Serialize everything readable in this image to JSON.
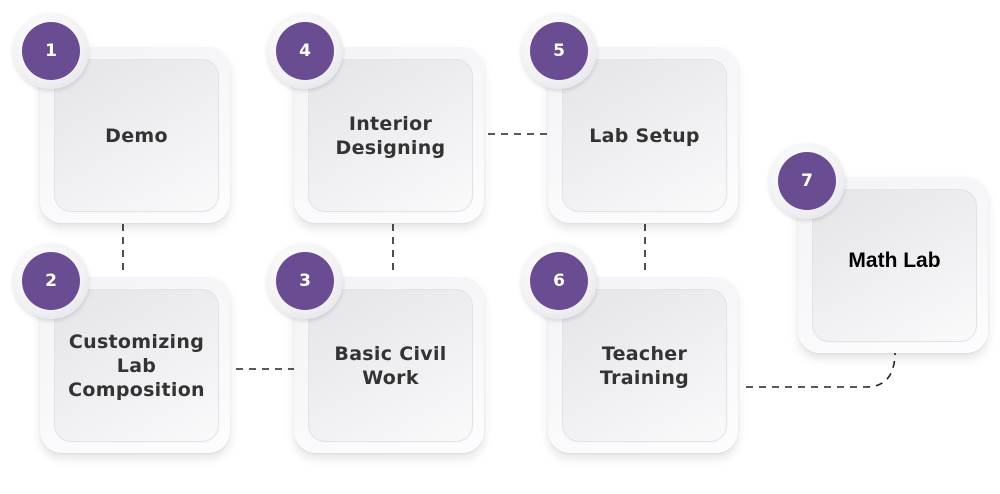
{
  "theme": {
    "accent": "#6a4c93",
    "card_text": "#333333",
    "connector": "#222222"
  },
  "steps": [
    {
      "number": "1",
      "label": "Demo"
    },
    {
      "number": "2",
      "label": "Customizing\nLab\nComposition"
    },
    {
      "number": "3",
      "label": "Basic Civil\nWork"
    },
    {
      "number": "4",
      "label": "Interior\nDesigning"
    },
    {
      "number": "5",
      "label": "Lab Setup"
    },
    {
      "number": "6",
      "label": "Teacher\nTraining"
    },
    {
      "number": "7",
      "label": "Math Lab"
    }
  ],
  "connections": [
    [
      "1",
      "2"
    ],
    [
      "2",
      "3"
    ],
    [
      "3",
      "4"
    ],
    [
      "4",
      "5"
    ],
    [
      "5",
      "6"
    ],
    [
      "6",
      "7"
    ]
  ]
}
